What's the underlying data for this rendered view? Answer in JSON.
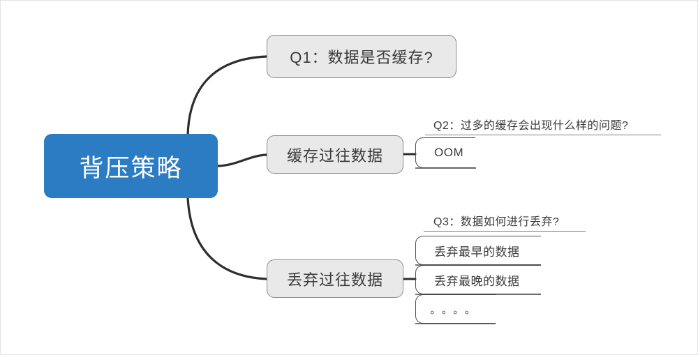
{
  "diagram": {
    "type": "mindmap",
    "title": "背压策略",
    "root": {
      "label": "背压策略",
      "color": "#2B7CC2",
      "text_color": "#FFFFFF"
    },
    "branches": [
      {
        "id": "q1",
        "label": "Q1：数据是否缓存?",
        "fill": "#E9E9E9",
        "border": "#8A8A8A",
        "children": []
      },
      {
        "id": "cache",
        "label": "缓存过往数据",
        "fill": "#E9E9E9",
        "border": "#8A8A8A",
        "note": "Q2：过多的缓存会出现什么样的问题?",
        "children": [
          {
            "id": "oom",
            "label": "OOM"
          }
        ]
      },
      {
        "id": "drop",
        "label": "丢弃过往数据",
        "fill": "#E9E9E9",
        "border": "#8A8A8A",
        "note": "Q3：数据如何进行丢弃?",
        "children": [
          {
            "id": "earliest",
            "label": "丢弃最早的数据"
          },
          {
            "id": "latest",
            "label": "丢弃最晚的数据"
          },
          {
            "id": "ellipsis",
            "label": "。。。。"
          }
        ]
      }
    ],
    "edge_color": "#2D2D2D",
    "background": "#FFFFFF"
  }
}
